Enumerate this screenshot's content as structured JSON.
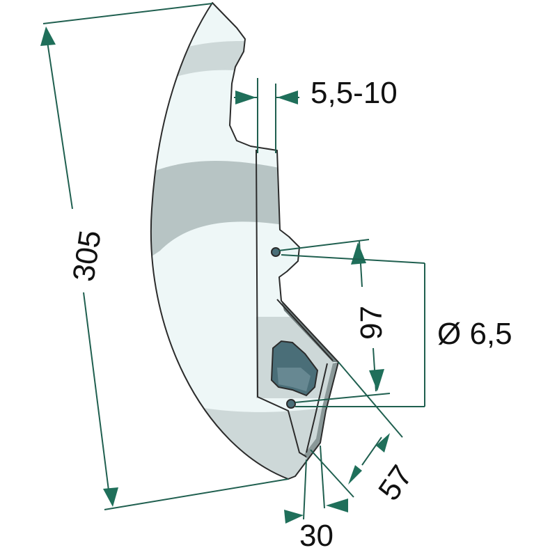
{
  "colors": {
    "blade_light": "#eef7f7",
    "blade_band": "#b7c4c4",
    "blade_mid": "#cdd8d8",
    "edge_dark": "#6f7d7d",
    "slot_fill": "#4a6e78",
    "dimension": "#1f6f5a",
    "outline": "#2b2b2b"
  },
  "dimensions": {
    "height": "305",
    "thickness": "5,5-10",
    "hole_spacing": "97",
    "hole_diameter": "Ø 6,5",
    "tip_length": "57",
    "tip_width": "30"
  }
}
